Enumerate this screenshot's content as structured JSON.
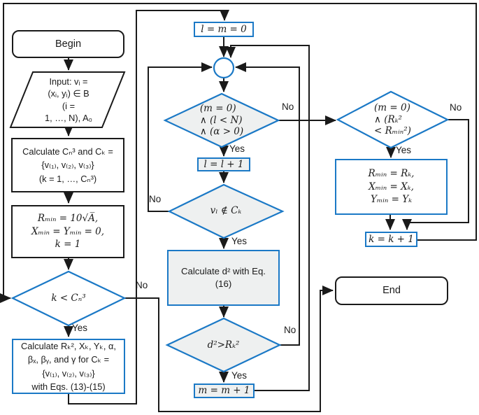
{
  "colors": {
    "accent": "#1b79c6",
    "line": "#1a1a1a",
    "grayfill": "#eef0f0"
  },
  "labels": {
    "yes": "Yes",
    "no": "No"
  },
  "nodes": {
    "begin": {
      "label": "Begin"
    },
    "input": {
      "lines": [
        "Input: vᵢ =",
        "(xᵢ, yᵢ) ∈ B",
        "(i =",
        "1, …, N), A₀"
      ]
    },
    "calc_combinations": {
      "lines": [
        "Calculate Cₙ³ and Cₖ =",
        "{v₍₁₎, v₍₂₎, v₍₃₎}",
        "(k = 1, …, Cₙ³)"
      ]
    },
    "init_rmin": {
      "lines": [
        "Rₘᵢₙ = 10√A̅,",
        "Xₘᵢₙ = Yₘᵢₙ = 0,",
        "k = 1"
      ]
    },
    "k_check": {
      "label": "k < Cₙ³"
    },
    "calc_params": {
      "lines": [
        "Calculate Rₖ², Xₖ, Yₖ, α,",
        "βₓ, βᵧ, and γ for Cₖ =",
        "{v₍₁₎, v₍₂₎, v₍₃₎}",
        "with Eqs. (13)-(15)"
      ]
    },
    "init_lm": {
      "label": "l = m = 0"
    },
    "loop_check": {
      "lines": [
        "(m = 0)",
        "∧ (l < N)",
        "∧ (α > 0)"
      ]
    },
    "inc_l": {
      "label": "l = l + 1"
    },
    "vertex_check": {
      "label": "vₗ ∉ Cₖ"
    },
    "calc_d": {
      "lines": [
        "Calculate d² with Eq.",
        "(16)"
      ]
    },
    "d_check": {
      "label": "d²>Rₖ²"
    },
    "inc_m": {
      "label": "m = m + 1"
    },
    "min_check": {
      "lines": [
        "(m = 0)",
        "∧ (Rₖ²",
        "< Rₘᵢₙ²)"
      ]
    },
    "update_min": {
      "lines": [
        "Rₘᵢₙ = Rₖ,",
        "Xₘᵢₙ = Xₖ,",
        "Yₘᵢₙ = Yₖ"
      ]
    },
    "inc_k": {
      "label": "k = k + 1"
    },
    "end": {
      "label": "End"
    }
  }
}
